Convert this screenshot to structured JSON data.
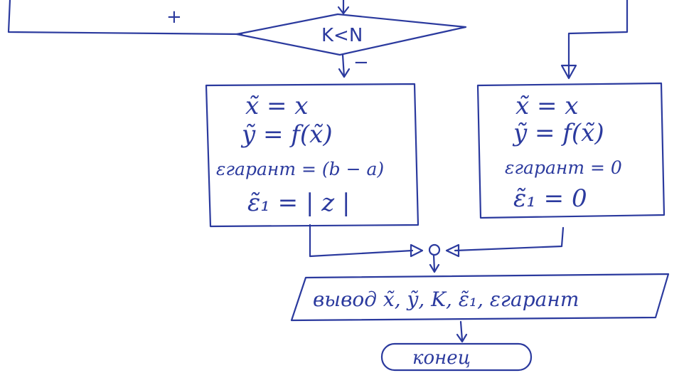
{
  "diagram": {
    "ink_color": "#2b3a9e",
    "background": "#ffffff",
    "decision": {
      "condition": "K<N",
      "yes_label": "+",
      "no_label": "−"
    },
    "left_block": {
      "lines": [
        "x̃ = x",
        "ỹ = f(x̃)",
        "εгарант = (b − a)",
        "ε̃₁ = | z |"
      ]
    },
    "right_block": {
      "lines": [
        "x̃ = x",
        "ỹ = f(x̃)",
        "εгарант = 0",
        "ε̃₁ = 0"
      ]
    },
    "output_block": {
      "text": "вывод x̃, ỹ, K, ε̃₁, εгарант"
    },
    "terminal": {
      "text": "конец"
    }
  }
}
